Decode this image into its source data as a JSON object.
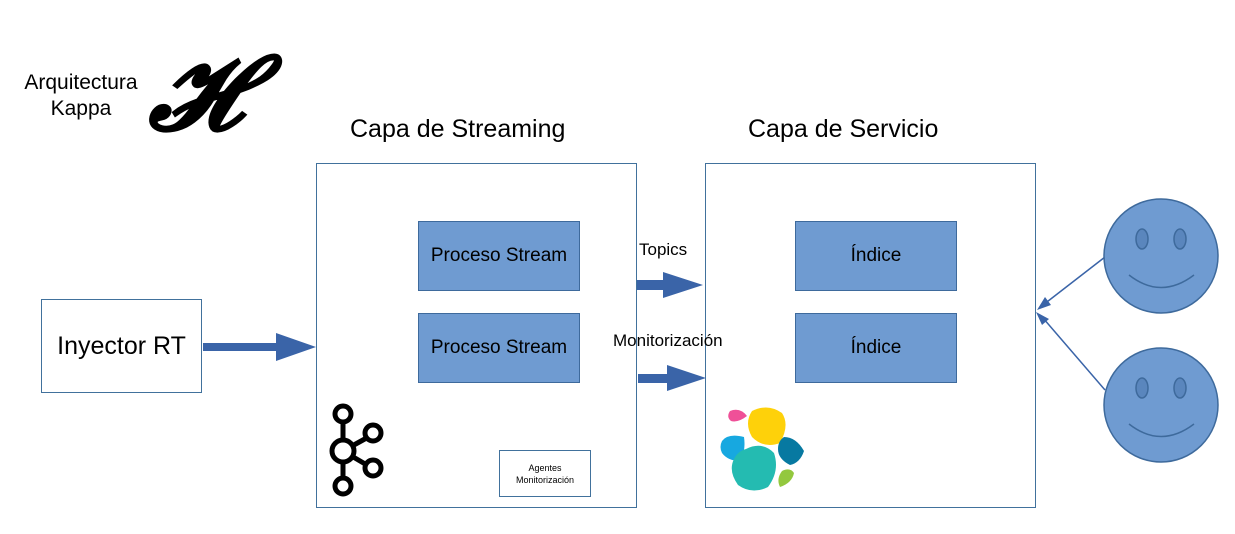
{
  "title": {
    "line1": "Arquitectura",
    "line2": "Kappa",
    "logo_glyph": "𝓗"
  },
  "streaming_layer": {
    "title": "Capa de Streaming",
    "processes": [
      "Proceso Stream",
      "Proceso Stream"
    ],
    "agents_line1": "Agentes",
    "agents_line2": "Monitorización",
    "logo": "kafka-logo"
  },
  "service_layer": {
    "title": "Capa de Servicio",
    "indices": [
      "Índice",
      "Índice"
    ],
    "logo": "elastic-logo"
  },
  "injector": {
    "label": "Inyector RT"
  },
  "edges": {
    "topics": "Topics",
    "monitoring": "Monitorización"
  },
  "users": [
    "smiley-user",
    "smiley-user"
  ],
  "colors": {
    "arrow": "#3a64a8",
    "process_fill": "#6f9bd1",
    "panel_border": "#41719c",
    "smiley_fill": "#6f9bd1"
  }
}
